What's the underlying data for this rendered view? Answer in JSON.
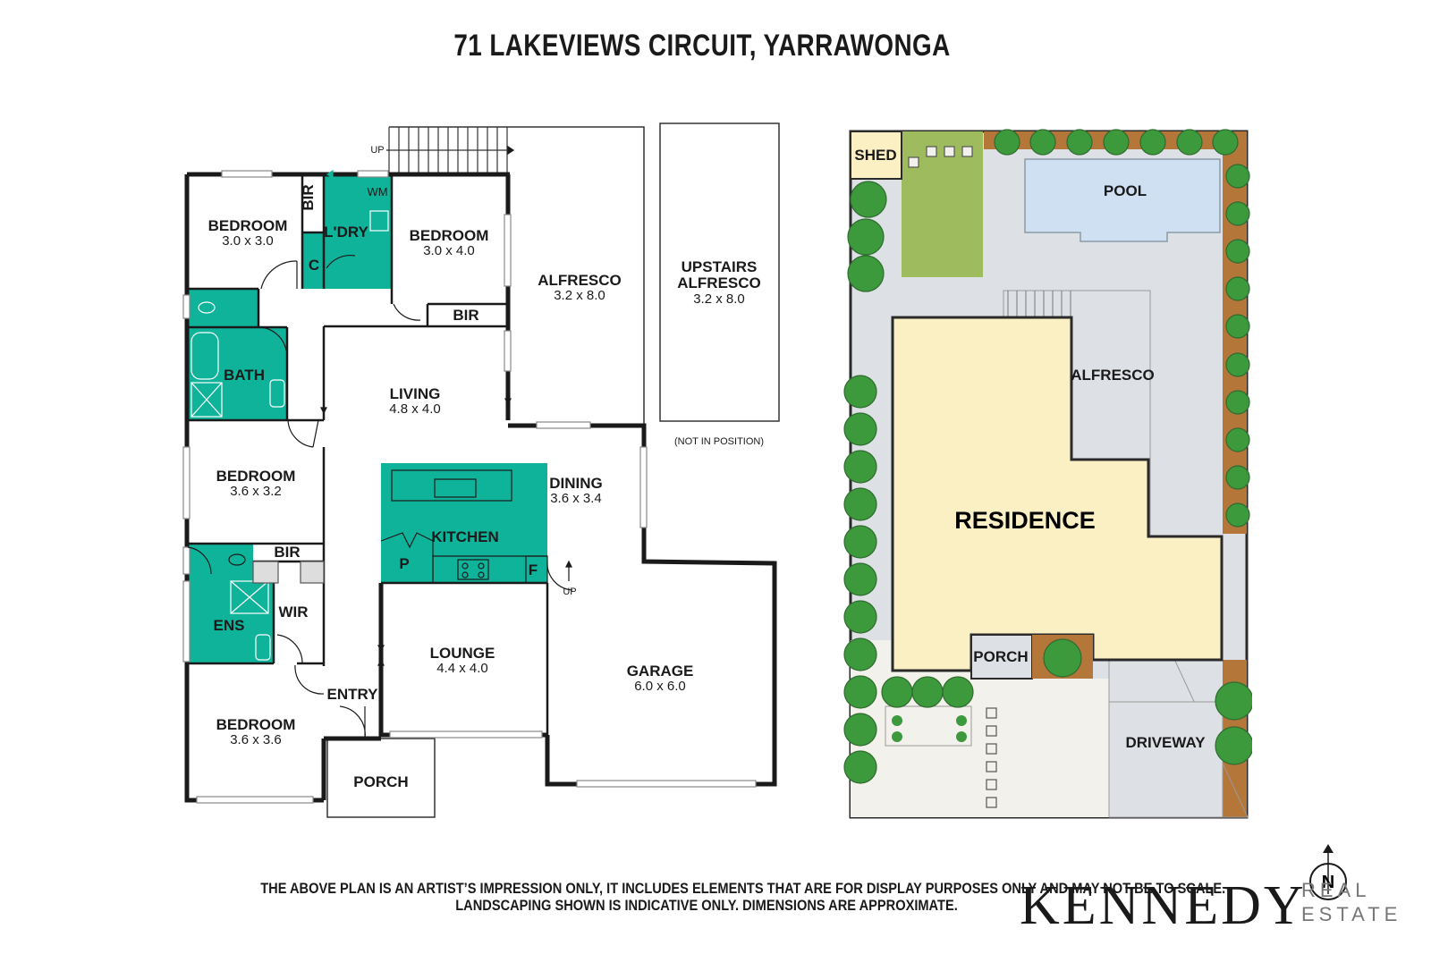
{
  "title": "71 LAKEVIEWS CIRCUIT, YARRAWONGA",
  "floorplan": {
    "rooms": [
      {
        "label": "BEDROOM",
        "dim": "3.0 x 3.0"
      },
      {
        "label": "BEDROOM",
        "dim": "3.0 x 4.0"
      },
      {
        "label": "ALFRESCO",
        "dim": "3.2 x 8.0"
      },
      {
        "label": "UPSTAIRS",
        "dim": "3.2 x 8.0"
      },
      {
        "label": "LIVING",
        "dim": "4.8 x 4.0"
      },
      {
        "label": "BEDROOM",
        "dim": "3.6 x 3.2"
      },
      {
        "label": "DINING",
        "dim": "3.6 x 3.4"
      },
      {
        "label": "LOUNGE",
        "dim": "4.4 x 4.0"
      },
      {
        "label": "GARAGE",
        "dim": "6.0 x 6.0"
      },
      {
        "label": "BEDROOM",
        "dim": "3.6 x 3.6"
      }
    ],
    "upstairs_line2": "ALFRESCO",
    "labels": {
      "bir1": "BIR",
      "laundry": "L'DRY",
      "wm": "WM",
      "c": "C",
      "bir2": "BIR",
      "bath": "BATH",
      "kitchen": "KITCHEN",
      "p": "P",
      "f": "F",
      "bir3": "BIR",
      "wir": "WIR",
      "ens": "ENS",
      "entry": "ENTRY",
      "porch": "PORCH",
      "up1": "UP",
      "up2": "UP",
      "not_in_position": "(NOT IN POSITION)"
    }
  },
  "siteplan": {
    "shed": "SHED",
    "pool": "POOL",
    "alfresco": "ALFRESCO",
    "residence": "RESIDENCE",
    "porch": "PORCH",
    "driveway": "DRIVEWAY"
  },
  "compass": "N",
  "disclaimer_line1": "THE ABOVE PLAN IS AN ARTIST’S IMPRESSION ONLY, IT INCLUDES ELEMENTS THAT ARE FOR DISPLAY PURPOSES ONLY AND MAY NOT BE TO SCALE.",
  "disclaimer_line2": "LANDSCAPING SHOWN IS INDICATIVE ONLY. DIMENSIONS ARE APPROXIMATE.",
  "brand": {
    "name": "KENNEDY",
    "sub1": "REAL",
    "sub2": "ESTATE"
  },
  "colors": {
    "wet_area": "#0fb39a",
    "residence": "#fbefc4",
    "lawn": "#9ebc5e",
    "pool": "#cfe0f2",
    "paving": "#dde1e5",
    "garden_bed": "#b5763a",
    "front_yard": "#f3f1ec",
    "tree": "#3c9a3c"
  }
}
